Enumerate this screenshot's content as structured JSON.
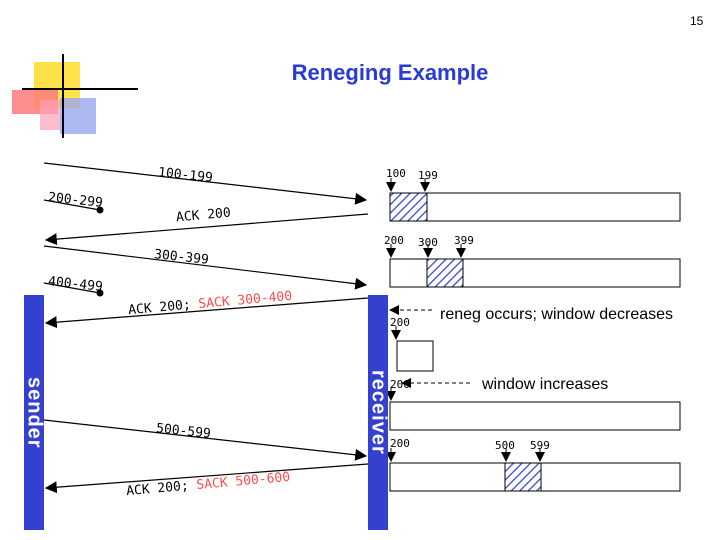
{
  "page_number": "15",
  "title": "Reneging Example",
  "sender_label": "sender",
  "receiver_label": "receiver",
  "messages": {
    "m1": "100-199",
    "m2": "200-299",
    "ack1": "ACK 200",
    "m3": "300-399",
    "m4": "400-499",
    "ack2_prefix": "ACK 200;",
    "ack2_sack": "SACK 300-400",
    "m5": "500-599",
    "ack3_prefix": "ACK 200;",
    "ack3_sack": "SACK 500-600"
  },
  "window_labels": {
    "w1_a": "100",
    "w1_b": "199",
    "w2_a": "200",
    "w2_b": "300",
    "w2_c": "399",
    "w3_a": "200",
    "w4_a": "200",
    "w5_a": "200",
    "w5_b": "500",
    "w5_c": "599"
  },
  "notes": {
    "reneg": "reneg occurs; window decreases",
    "increase": "window increases"
  },
  "colors": {
    "title": "#2a3ad6",
    "bar": "#3340d0",
    "sack": "#ff4a4a",
    "hatch": "#3340d0"
  }
}
